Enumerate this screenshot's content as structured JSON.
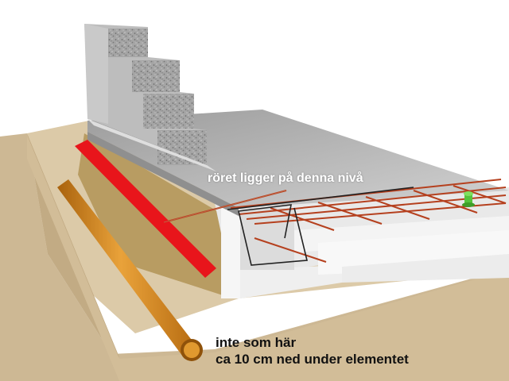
{
  "labels": {
    "pipe_level_note": "röret ligger på denna nivå",
    "wrong_position_line1": "inte som här",
    "wrong_position_line2": "ca 10 cm ned under elementet"
  },
  "colors": {
    "ground_top": "#d9c7a6",
    "ground_side": "#c9b48f",
    "pipe": "#d98b1c",
    "marker": "#e8151b",
    "rebar": "#b5401e",
    "concrete": "#b9b9b9",
    "insulation": "#f2f2f2",
    "block": "#a9a9a9",
    "green_fitting": "#56c43c"
  }
}
